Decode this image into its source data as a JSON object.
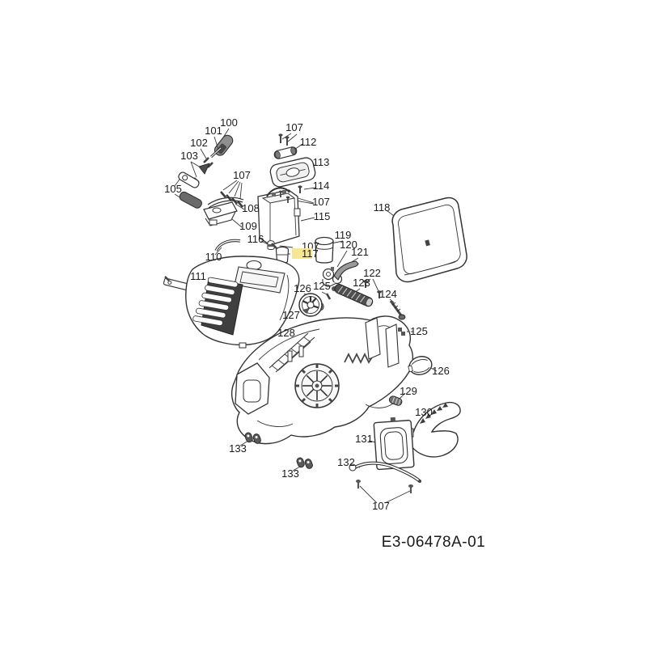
{
  "diagram": {
    "code": "E3-06478A-01",
    "highlighted_part": "117",
    "highlight_color": "#f7e792",
    "line_color": "#333333",
    "background_color": "#ffffff"
  },
  "labels": {
    "p100": "100",
    "p101": "101",
    "p102": "102",
    "p103": "103",
    "p105": "105",
    "p107a": "107",
    "p107b": "107",
    "p107c": "107",
    "p107d": "107",
    "p107e": "107",
    "p108": "108",
    "p109": "109",
    "p110": "110",
    "p111": "111",
    "p112": "112",
    "p113": "113",
    "p114": "114",
    "p115": "115",
    "p116": "116",
    "p117": "117",
    "p118": "118",
    "p119": "119",
    "p120": "120",
    "p121": "121",
    "p122": "122",
    "p123": "123",
    "p124": "124",
    "p125a": "125",
    "p125b": "125",
    "p126a": "126",
    "p126b": "126",
    "p127": "127",
    "p128": "128",
    "p129": "129",
    "p130": "130",
    "p131": "131",
    "p132": "132",
    "p133a": "133",
    "p133b": "133"
  }
}
